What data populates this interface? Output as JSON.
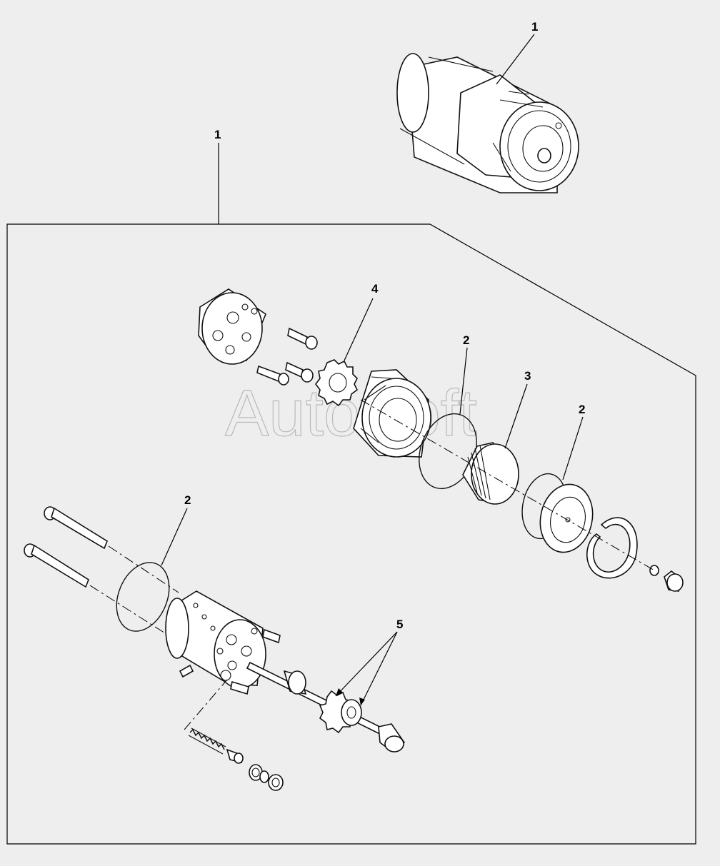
{
  "watermark": "AutoSoft",
  "callouts": {
    "assembly_top": "1",
    "assembly_main": "1",
    "o_ring_mid": "2",
    "o_ring_right": "2",
    "o_ring_left": "2",
    "bearing": "3",
    "gear": "4",
    "gear_set": "5"
  }
}
